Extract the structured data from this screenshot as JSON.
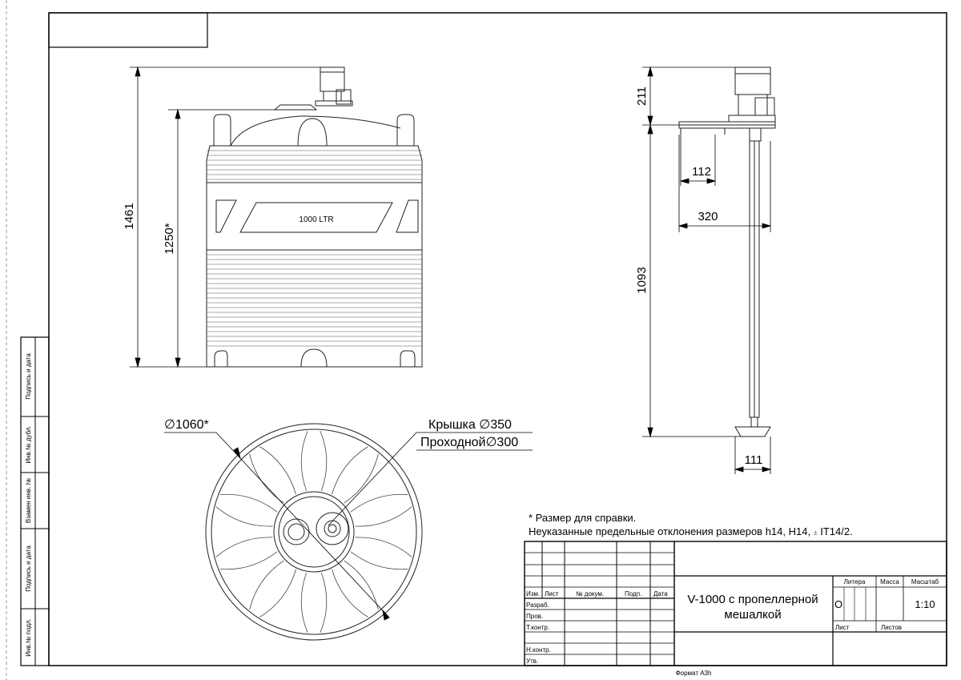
{
  "sheet": {
    "format": "Формат A3h"
  },
  "side_strip": {
    "labels": [
      "Подпись и дата",
      "Инв.№ дубл.",
      "Взамен инв. №",
      "Подпись и дата",
      "Инв.№ подл."
    ]
  },
  "front_view": {
    "tank_label": "1000 LTR",
    "dim_total_height": "1461",
    "dim_tank_height": "1250*"
  },
  "top_view": {
    "dim_diameter": "∅1060*",
    "lid_label": "Крышка ∅350",
    "passage_label": "Проходной∅300"
  },
  "side_view": {
    "dim_motor_height": "211",
    "dim_flange": "112",
    "dim_span": "320",
    "dim_shaft_length": "1093",
    "dim_propeller": "111"
  },
  "notes": {
    "line1": "* Размер для справки.",
    "line2_prefix": "Неуказанные предельные отклонения размеров h14, H14, ",
    "line2_pm": "±",
    "line2_suffix": " IT14/2."
  },
  "title_block": {
    "col_headers": [
      "Изм.",
      "Лист",
      "№ докум.",
      "Подп.",
      "Дата"
    ],
    "row_labels": [
      "Разраб.",
      "Пров.",
      "Т.контр.",
      "",
      "Н.контр.",
      "Утв."
    ],
    "title_line1": "V-1000 с пропеллерной",
    "title_line2": "мешалкой",
    "litera_header": "Литера",
    "mass_header": "Масса",
    "scale_header": "Масштаб",
    "litera_value": "O",
    "scale_value": "1:10",
    "sheet_label": "Лист",
    "sheets_label": "Листов"
  }
}
